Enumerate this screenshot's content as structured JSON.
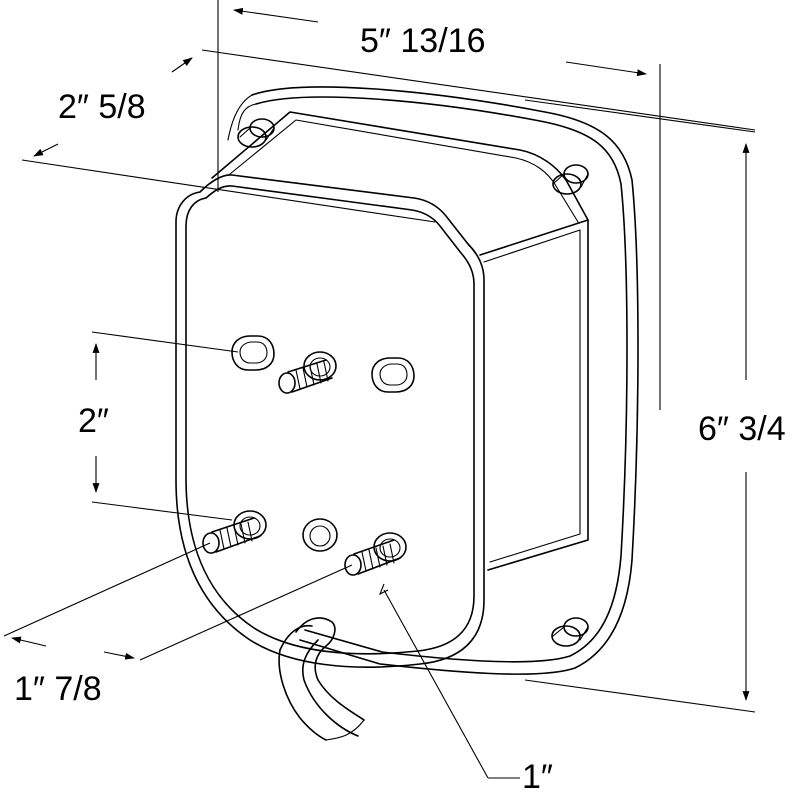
{
  "dimensions": {
    "width_label": "5″ 13/16",
    "depth_label": "2″ 5/8",
    "height_label": "6″ 3/4",
    "stud_vertical_label": "2″",
    "stud_horizontal_label": "1″ 7/8",
    "stud_length_label": "1″"
  },
  "colors": {
    "line": "#000000",
    "background": "#ffffff"
  }
}
